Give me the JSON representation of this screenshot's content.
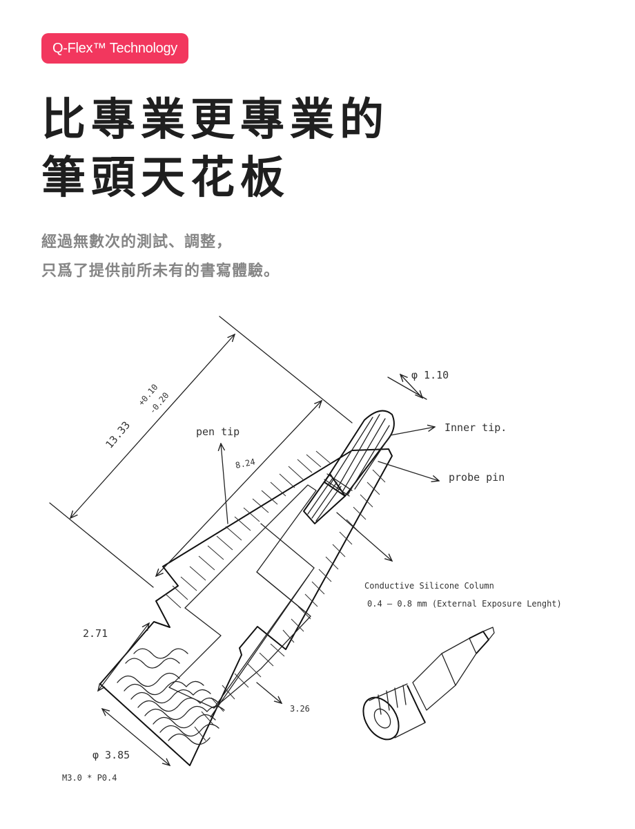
{
  "badge": {
    "label": "Q-Flex™ Technology",
    "color": "#f2375e"
  },
  "headline": {
    "line1": "比專業更專業的",
    "line2": "筆頭天花板"
  },
  "description": {
    "line1": "經過無數次的測試、調整，",
    "line2": "只爲了提供前所未有的書寫體驗。"
  },
  "sketch": {
    "labels": {
      "total_length": "13.33",
      "tolerance_plus": "+0.10",
      "tolerance_minus": "-0.20",
      "pen_tip": "pen tip",
      "pen_tip_length": "8.24",
      "tip_diameter": "φ 1.10",
      "inner_tip": "Inner tip.",
      "probe_pin": "probe pin",
      "conductive_column": "Conductive Silicone Column",
      "exposure_note": "0.4 – 0.8 mm (External Exposure Lenght)",
      "thread_length": "2.71",
      "collar_length": "3.26",
      "base_diameter": "φ 3.85",
      "thread_spec": "M3.0 * P0.4"
    }
  }
}
